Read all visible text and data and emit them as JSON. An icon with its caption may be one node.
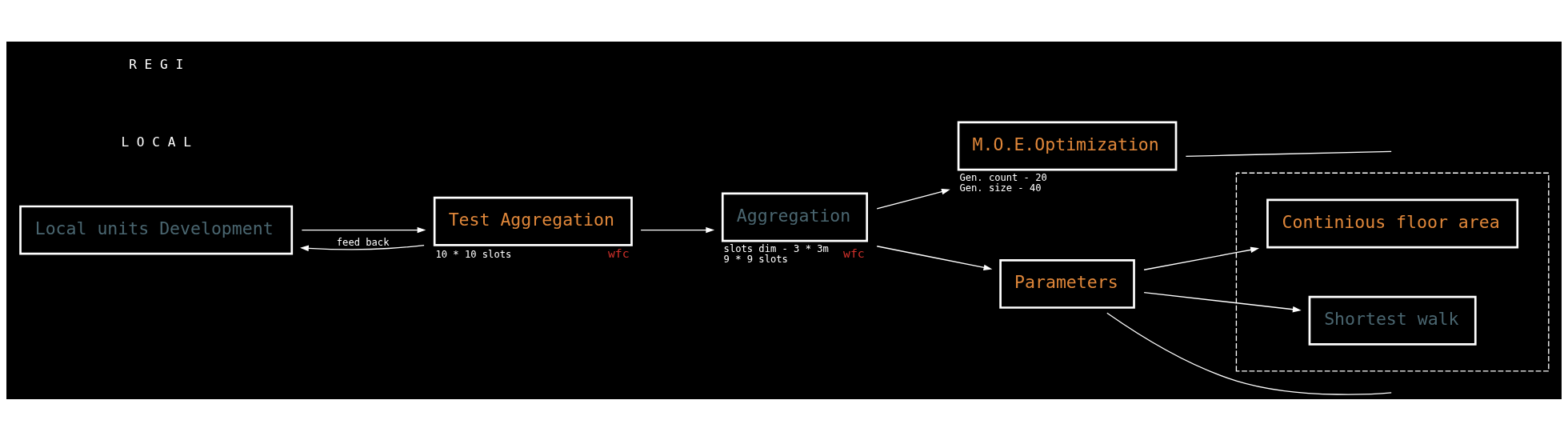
{
  "diagram": {
    "nodes": [
      {
        "text": [
          "Local units Development"
        ]
      },
      {
        "text": [
          "Test Aggregation"
        ],
        "beside": [
          "10 * 10 slots",
          "wfc"
        ]
      },
      {
        "text": [
          "Aggregation"
        ],
        "beside": [
          "slots dim - 3 * 3m",
          "9 * 9 slots",
          "wfc"
        ]
      },
      {
        "text": [
          "M.O.E.Optimization"
        ],
        "beside": [
          "Gen. count - 20",
          "Gen. size - 40"
        ]
      },
      {
        "text": [
          "Parameters"
        ]
      },
      {
        "text": [],
        "shape": "box"
      },
      {
        "text": [
          "Continious floor area"
        ],
        "in": 5
      },
      {
        "text": [
          "Shortest walk"
        ],
        "in": 5
      }
    ],
    "edges": [
      {
        "from": 0,
        "to": 1,
        "arrow": "to"
      },
      {
        "from": 1,
        "to": 0,
        "arrow": "to",
        "label": "feed back"
      },
      {
        "from": 1,
        "to": 2,
        "arrow": "to"
      },
      {
        "from": 2,
        "to": 3,
        "arrow": "to"
      },
      {
        "from": 2,
        "to": 4,
        "arrow": "to"
      },
      {
        "from": 3,
        "to": null,
        "arrow": "none"
      },
      {
        "from": 4,
        "to": 6,
        "arrow": "to"
      },
      {
        "from": 4,
        "to": 7,
        "arrow": "to"
      },
      {
        "from": 4,
        "to": null,
        "arrow": "none"
      }
    ],
    "labels": [
      "L O C A L",
      "R E G I"
    ]
  }
}
